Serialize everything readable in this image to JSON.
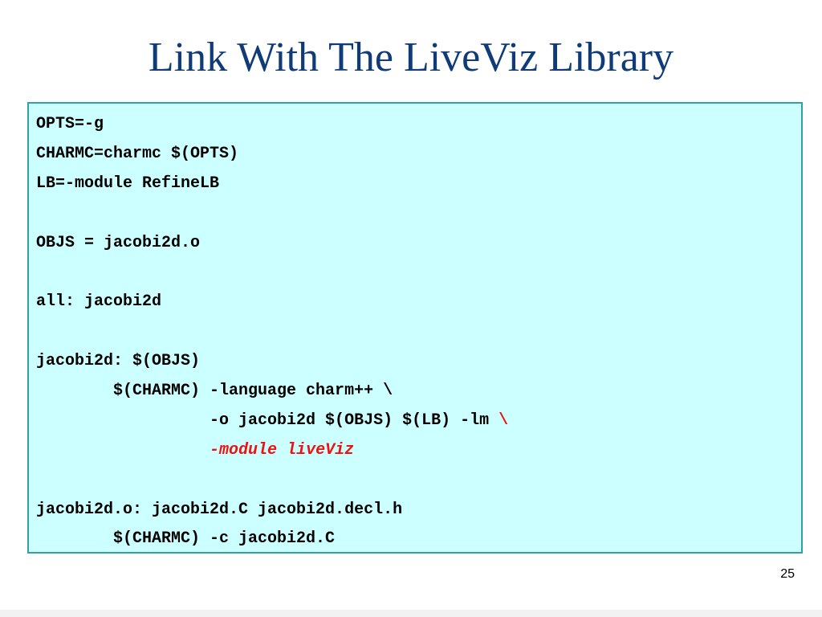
{
  "slide": {
    "title": "Link With The LiveViz Library",
    "page_number": "25"
  },
  "code": {
    "line1": "OPTS=-g",
    "line2": "CHARMC=charmc $(OPTS)",
    "line3": "LB=-module RefineLB",
    "line4": "",
    "line5": "OBJS = jacobi2d.o",
    "line6": "",
    "line7": "all: jacobi2d",
    "line8": "",
    "line9": "jacobi2d: $(OBJS)",
    "line10": "        $(CHARMC) -language charm++ \\",
    "line11a": "                  -o jacobi2d $(OBJS) $(LB) -lm ",
    "line11b": "\\",
    "line12a": "                  ",
    "line12b": "-module liveViz",
    "line13": "",
    "line14": "jacobi2d.o: jacobi2d.C jacobi2d.decl.h",
    "line15": "        $(CHARMC) -c jacobi2d.C"
  },
  "colors": {
    "title": "#0f3c78",
    "code_background": "#ccffff",
    "code_border": "#33a0a8",
    "highlight": "#ee1111"
  }
}
